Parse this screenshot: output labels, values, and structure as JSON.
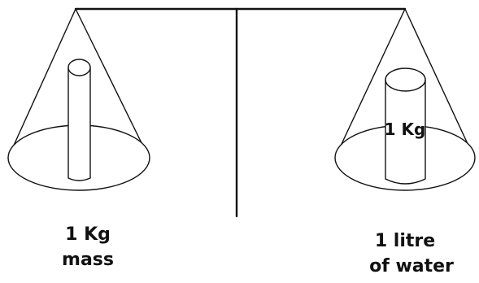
{
  "diagram": {
    "left_pan": {
      "label_line1": "1 Kg",
      "label_line2": "mass"
    },
    "right_pan": {
      "cylinder_label": "1 Kg",
      "label_line1": "1 litre",
      "label_line2": "of water"
    }
  }
}
